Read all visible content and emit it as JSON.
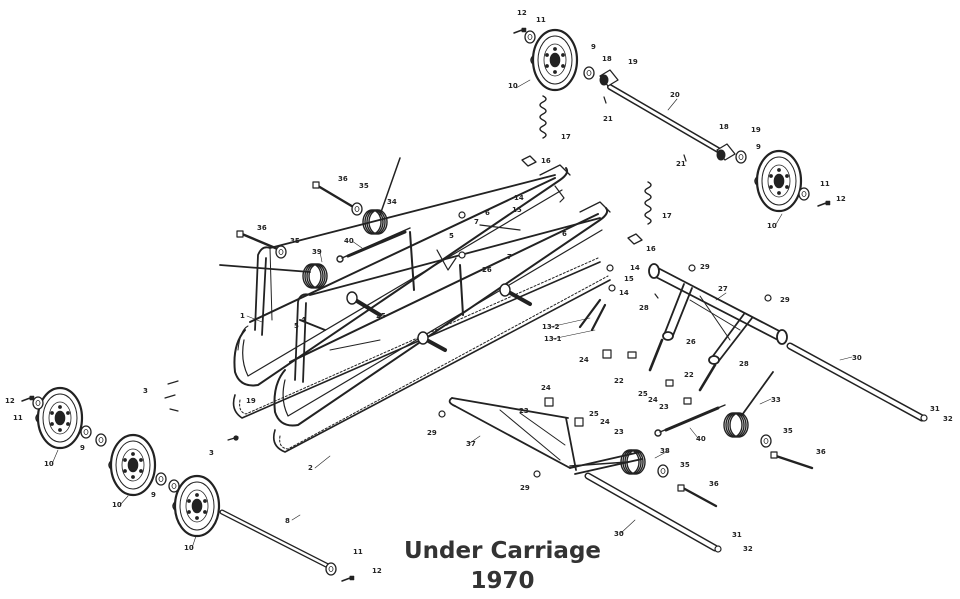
{
  "title": "Under Carriage",
  "year": "1970",
  "colors": {
    "ink": "#222222",
    "paper": "#ffffff",
    "title": "#333333"
  },
  "part_labels": [
    "1",
    "2",
    "3",
    "4",
    "5",
    "6",
    "7",
    "8",
    "9",
    "10",
    "11",
    "12",
    "13-1",
    "13-2",
    "14",
    "15",
    "16",
    "17",
    "18",
    "19",
    "20",
    "21",
    "22",
    "23",
    "24",
    "25",
    "26",
    "27",
    "28",
    "29",
    "30",
    "31",
    "32",
    "33",
    "34",
    "35",
    "36",
    "37",
    "38",
    "39",
    "40"
  ]
}
